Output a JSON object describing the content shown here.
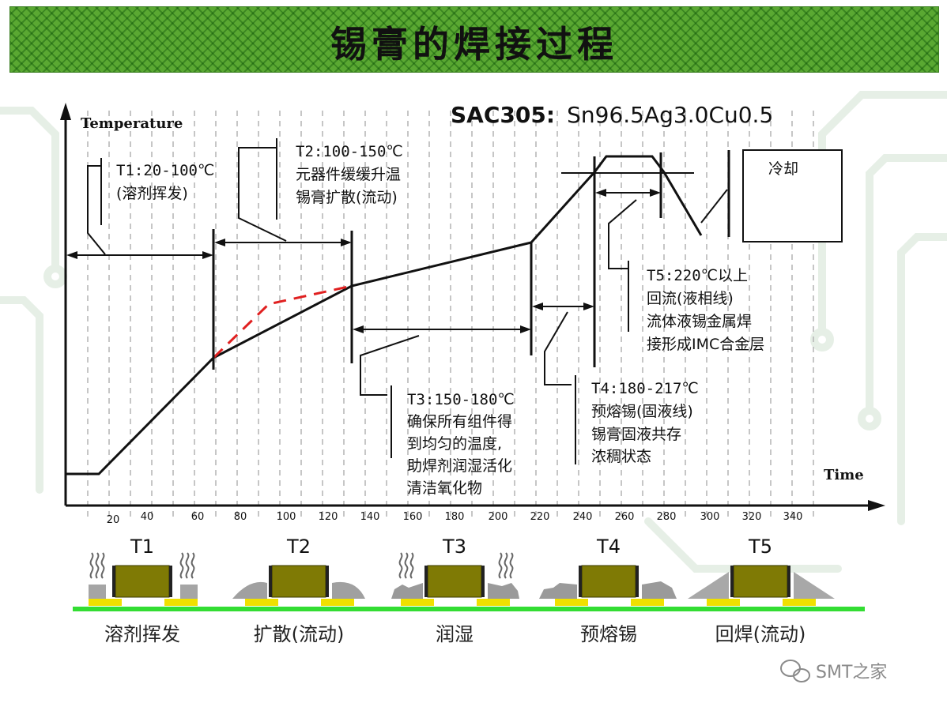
{
  "title": "锡膏的焊接过程",
  "alloy": {
    "name": "SAC305:",
    "composition": "Sn96.5Ag3.0Cu0.5"
  },
  "axes": {
    "y_label": "Temperature",
    "x_label": "Time"
  },
  "x_ticks": [
    "20",
    "40",
    "60",
    "80",
    "100",
    "120",
    "140",
    "160",
    "180",
    "200",
    "220",
    "240",
    "260",
    "280",
    "300",
    "320",
    "340"
  ],
  "annotations": {
    "t1": [
      "T1:20-100℃",
      "(溶剂挥发)"
    ],
    "t2": [
      "T2:100-150℃",
      "元器件缓缓升温",
      "锡膏扩散(流动)"
    ],
    "t3": [
      "T3:150-180℃",
      "确保所有组件得",
      "到均匀的温度,",
      "助焊剂润湿活化",
      "清洁氧化物"
    ],
    "t4": [
      "T4:180-217℃",
      "预熔锡(固液线)",
      "锡膏固液共存",
      "浓稠状态"
    ],
    "t5": [
      "T5:220℃以上",
      "回流(液相线)",
      "流体液锡金属焊",
      "接形成IMC合金层"
    ],
    "cooling": "冷却"
  },
  "stages": [
    {
      "name": "T1",
      "desc": "溶剂挥发"
    },
    {
      "name": "T2",
      "desc": "扩散(流动)"
    },
    {
      "name": "T3",
      "desc": "润湿"
    },
    {
      "name": "T4",
      "desc": "预熔锡"
    },
    {
      "name": "T5",
      "desc": "回焊(流动)"
    }
  ],
  "watermark": "SMT之家",
  "colors": {
    "banner": "#5aa832",
    "dashed_curve": "#e02020",
    "board": "#33dd33",
    "pad": "#f0e000",
    "component": "#7f7a05",
    "paste": "#999999"
  }
}
